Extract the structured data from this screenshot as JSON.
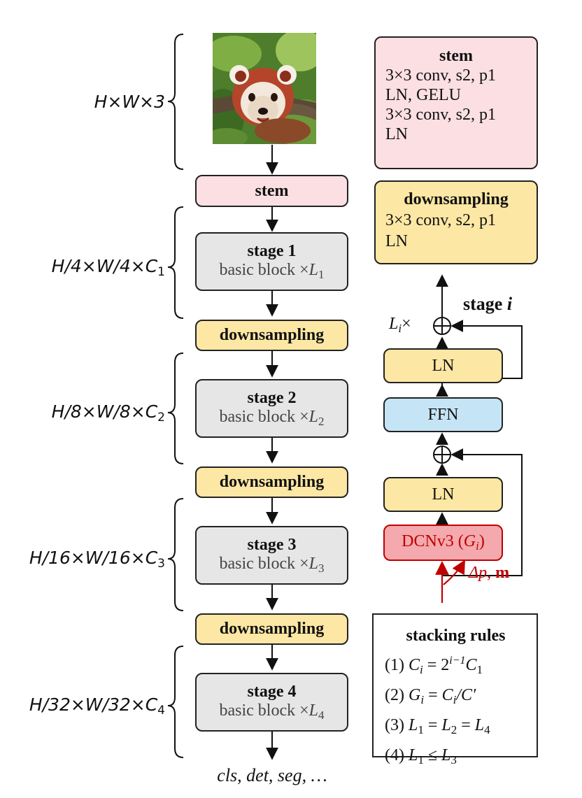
{
  "left": {
    "stem_label": "stem",
    "stages": [
      {
        "title": "stage 1",
        "desc": "basic block ×",
        "var": "L",
        "sub": "1"
      },
      {
        "title": "stage 2",
        "desc": "basic block ×",
        "var": "L",
        "sub": "2"
      },
      {
        "title": "stage 3",
        "desc": "basic block ×",
        "var": "L",
        "sub": "3"
      },
      {
        "title": "stage 4",
        "desc": "basic block ×",
        "var": "L",
        "sub": "4"
      }
    ],
    "downsampling_label": "downsampling",
    "output_label": "cls, det, seg, …",
    "dims": [
      {
        "text": "H×W×3"
      },
      {
        "text": "H/4×W/4×C",
        "sub": "1"
      },
      {
        "text": "H/8×W/8×C",
        "sub": "2"
      },
      {
        "text": "H/16×W/16×C",
        "sub": "3"
      },
      {
        "text": "H/32×W/32×C",
        "sub": "4"
      }
    ]
  },
  "stem_detail": {
    "title": "stem",
    "lines": [
      "3×3 conv, s2, p1",
      "LN, GELU",
      "3×3 conv, s2, p1",
      "LN"
    ]
  },
  "down_detail": {
    "title": "downsampling",
    "lines": [
      "3×3 conv, s2, p1",
      "LN"
    ]
  },
  "stage_detail": {
    "title": "stage",
    "title_var": "i",
    "repeat_var": "L",
    "repeat_sub": "i",
    "repeat_suffix": "×",
    "ln_label": "LN",
    "ffn_label": "FFN",
    "dcn_label": "DCNv3 (",
    "dcn_var": "G",
    "dcn_sub": "i",
    "dcn_close": ")",
    "offset_label": "Δp,",
    "mask_label": "m"
  },
  "rules": {
    "title": "stacking rules",
    "items": [
      {
        "num": "(1)",
        "lhs": "C",
        "lhs_sub": "i",
        "rel": " = 2",
        "sup": "i−1",
        "rhs": "C",
        "rhs_sub": "1"
      },
      {
        "num": "(2)",
        "lhs": "G",
        "lhs_sub": "i",
        "rel": " = ",
        "rhs": "C",
        "rhs_sub": "i",
        "tail": "/C′"
      },
      {
        "num": "(3)",
        "lhs": "L",
        "lhs_sub": "1",
        "rel": " = ",
        "rhs": "L",
        "rhs_sub": "2",
        "tail": " = ",
        "tail2": "L",
        "tail2_sub": "4"
      },
      {
        "num": "(4)",
        "lhs": "L",
        "lhs_sub": "1",
        "rel": " ≤ ",
        "rhs": "L",
        "rhs_sub": "3"
      }
    ]
  },
  "colors": {
    "stem": "#fbdfe3",
    "downsampling": "#fde7a4",
    "stage": "#e6e6e6",
    "ffn": "#c5e5f6",
    "dcn": "#f3a9ad",
    "dcn_text": "#c00000"
  }
}
